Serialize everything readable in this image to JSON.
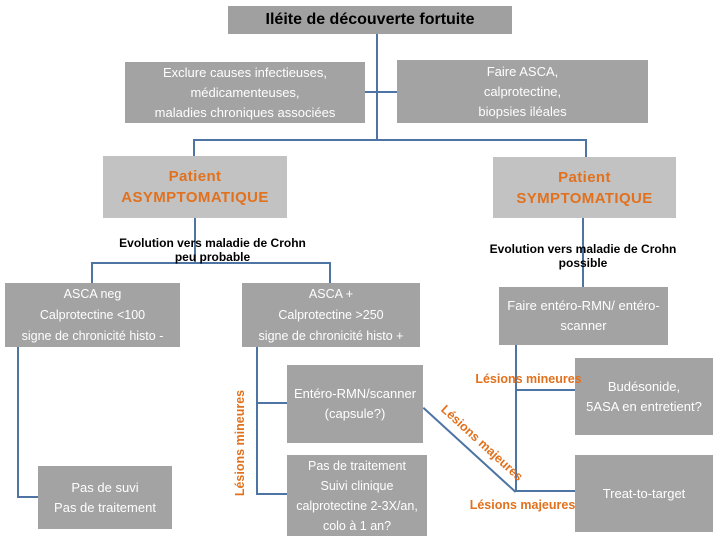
{
  "palette": {
    "box_gray": "#a3a3a3",
    "patient_gray": "#c2c2c2",
    "orange": "#e2711d",
    "connector_blue": "#4e74a4",
    "title_text": "#000000",
    "box_text": "#ffffff"
  },
  "title": "Iléite de découverte fortuite",
  "boxes": {
    "exclure": "Exclure causes infectieuses,\nmédicamenteuses,\nmaladies chroniques associées",
    "faire_asca": "Faire ASCA,\ncalprotectine,\nbiopsies iléales",
    "asymptomatique": "Patient\nASYMPTOMATIQUE",
    "symptomatique": "Patient\nSYMPTOMATIQUE",
    "asca_neg": "ASCA neg\nCalprotectine <100\nsigne de chronicité histo -",
    "asca_pos": "ASCA +\nCalprotectine >250\nsigne de chronicité histo +",
    "faire_entero": "Faire entéro-RMN/ entéro-\nscanner",
    "entero_rmn": "Entéro-RMN/scanner\n(capsule?)",
    "pas_de_suvi": "Pas de suvi\nPas de traitement",
    "pas_de_traitement": "Pas de traitement\nSuivi clinique\ncalprotectine 2-3X/an,\ncolo à 1 an?",
    "budesonide": "Budésonide,\n5ASA en entretient?",
    "treat_to_target": "Treat-to-target"
  },
  "labels": {
    "evolution_left": "Evolution vers maladie de Crohn\npeu probable",
    "evolution_right": "Evolution vers maladie de Crohn\npossible",
    "lesions_mineures_left": "Lésions mineures",
    "lesions_majeures_diagonal": "Lésions majeures",
    "lesions_mineures_right": "Lésions mineures",
    "lesions_majeures_right": "Lésions majeures"
  }
}
